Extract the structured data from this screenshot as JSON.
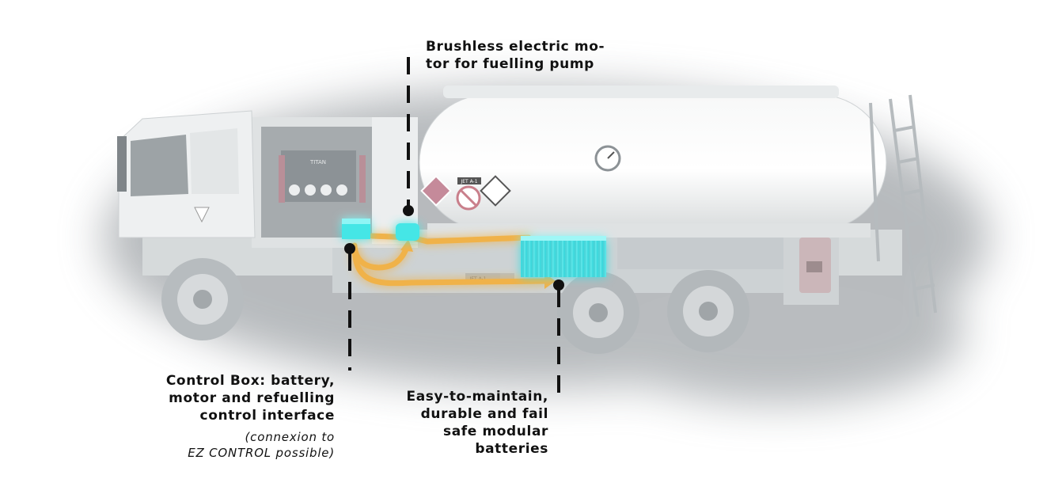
{
  "callouts": {
    "motor": {
      "lines": [
        "Brushless electric mo-",
        "tor for fuelling pump"
      ]
    },
    "control_box": {
      "lines": [
        "Control Box: battery,",
        "motor and refuelling",
        "control interface"
      ],
      "note_lines": [
        "(connexion to",
        "EZ CONTROL possible)"
      ]
    },
    "batteries": {
      "lines": [
        "Easy-to-maintain,",
        "durable and fail",
        "safe modular",
        "batteries"
      ]
    }
  },
  "truck_markings": {
    "cabinet_brand": "TITAN",
    "tank_plate": "JET A-1",
    "chassis_plate": "JET A-1"
  },
  "colors": {
    "highlight_cyan": "#45e6e6",
    "cable_orange": "#f0b24a",
    "callout_black": "#111111",
    "truck_body": "#e6e9ea"
  }
}
